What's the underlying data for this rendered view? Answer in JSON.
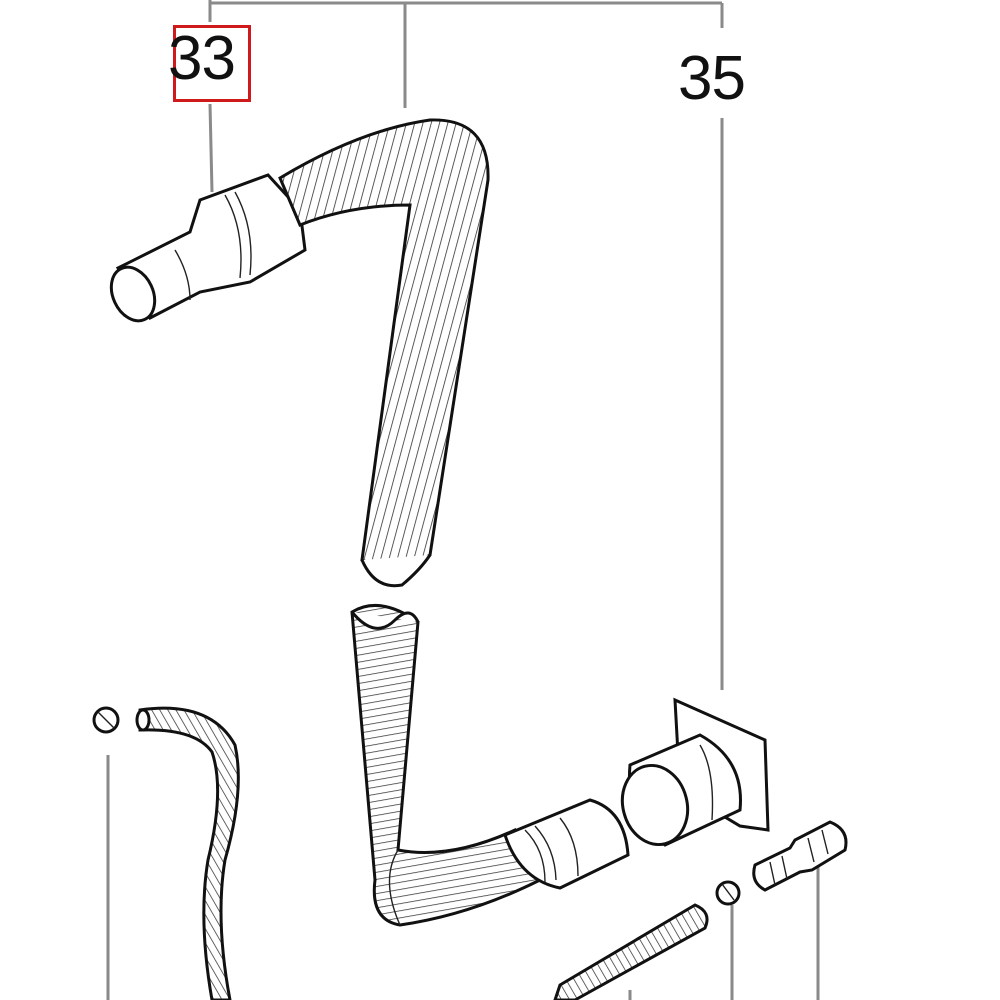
{
  "diagram": {
    "type": "exploded-parts-diagram",
    "subject": "hose assembly",
    "callouts": [
      {
        "id": "33",
        "label": "33",
        "highlighted": true
      },
      {
        "id": "35",
        "label": "35",
        "highlighted": false
      }
    ],
    "highlight_color": "#d0191b",
    "leader_line_color": "#8a8a8a",
    "parts": [
      "hose-end-nozzle",
      "corrugated-hose-upper",
      "corrugated-hose-lower",
      "hose-coupling-sleeve",
      "flanged-connector",
      "small-hose",
      "small-hose-clamp-left",
      "small-hose-clamp-right",
      "straight-tube",
      "threaded-fitting"
    ]
  }
}
